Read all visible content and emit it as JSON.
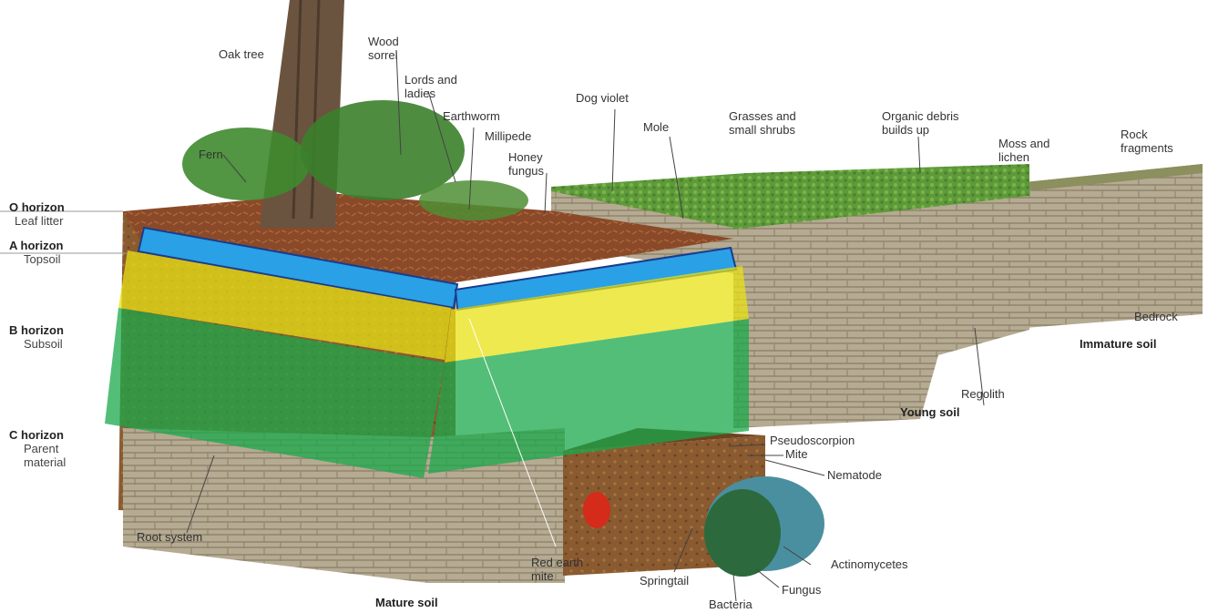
{
  "horizons": [
    {
      "title": "O horizon",
      "subtitle": "Leaf litter"
    },
    {
      "title": "A horizon",
      "subtitle": "Topsoil"
    },
    {
      "title": "B horizon",
      "subtitle": "Subsoil"
    },
    {
      "title": "C horizon",
      "subtitle": "Parent\nmaterial"
    }
  ],
  "labels": {
    "oak_tree": "Oak tree",
    "wood_sorrel": "Wood\nsorrel",
    "lords_ladies": "Lords and\nladies",
    "earthworm": "Earthworm",
    "dog_violet": "Dog violet",
    "mole": "Mole",
    "grasses": "Grasses and\nsmall shrubs",
    "organic_debris": "Organic debris\nbuilds up",
    "moss_lichen": "Moss and\nlichen",
    "rock_fragments": "Rock\nfragments",
    "fern": "Fern",
    "millipede": "Millipede",
    "honey_fungus": "Honey\nfungus",
    "bedrock": "Bedrock",
    "immature_soil": "Immature soil",
    "regolith": "Regolith",
    "young_soil": "Young soil",
    "pseudoscorpion": "Pseudoscorpion",
    "mite": "Mite",
    "nematode": "Nematode",
    "root_system": "Root system",
    "red_earth_mite": "Red earth\nmite",
    "springtail": "Springtail",
    "fungus": "Fungus",
    "actinomycetes": "Actinomycetes",
    "bacteria": "Bacteria",
    "mature_soil": "Mature soil"
  },
  "colors": {
    "leaf_litter": "#8a4a2a",
    "grass": "#5f9a3a",
    "rock": "#b9ae98",
    "rock_dark": "#7d705c",
    "overlay_blue": "#2aa0e6",
    "overlay_yellow": "#e8e214",
    "overlay_green": "#1aa84a"
  }
}
